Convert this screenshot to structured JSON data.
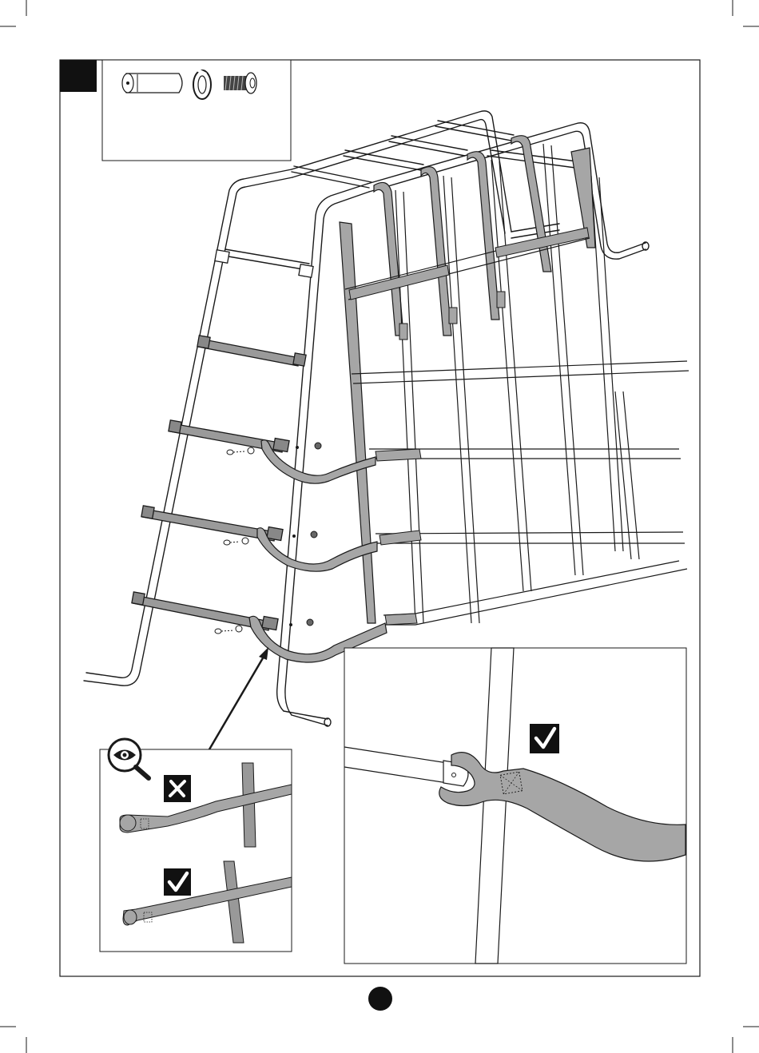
{
  "palette": {
    "ink": "#1a1a1a",
    "strap": "#a6a6a6",
    "strap_dark": "#8c8c8c",
    "paper": "#ffffff",
    "badge": "#111111"
  },
  "icons": {
    "parts": [
      "end-cap-icon",
      "split-washer-icon",
      "bolt-icon"
    ],
    "inspect": "magnifier-eye-icon",
    "wrong": "cross-mark-icon",
    "right": "check-mark-icon"
  },
  "callouts": {
    "detail_left": {
      "top_mark": "wrong",
      "bottom_mark": "right"
    },
    "detail_right": {
      "mark": "right"
    }
  }
}
